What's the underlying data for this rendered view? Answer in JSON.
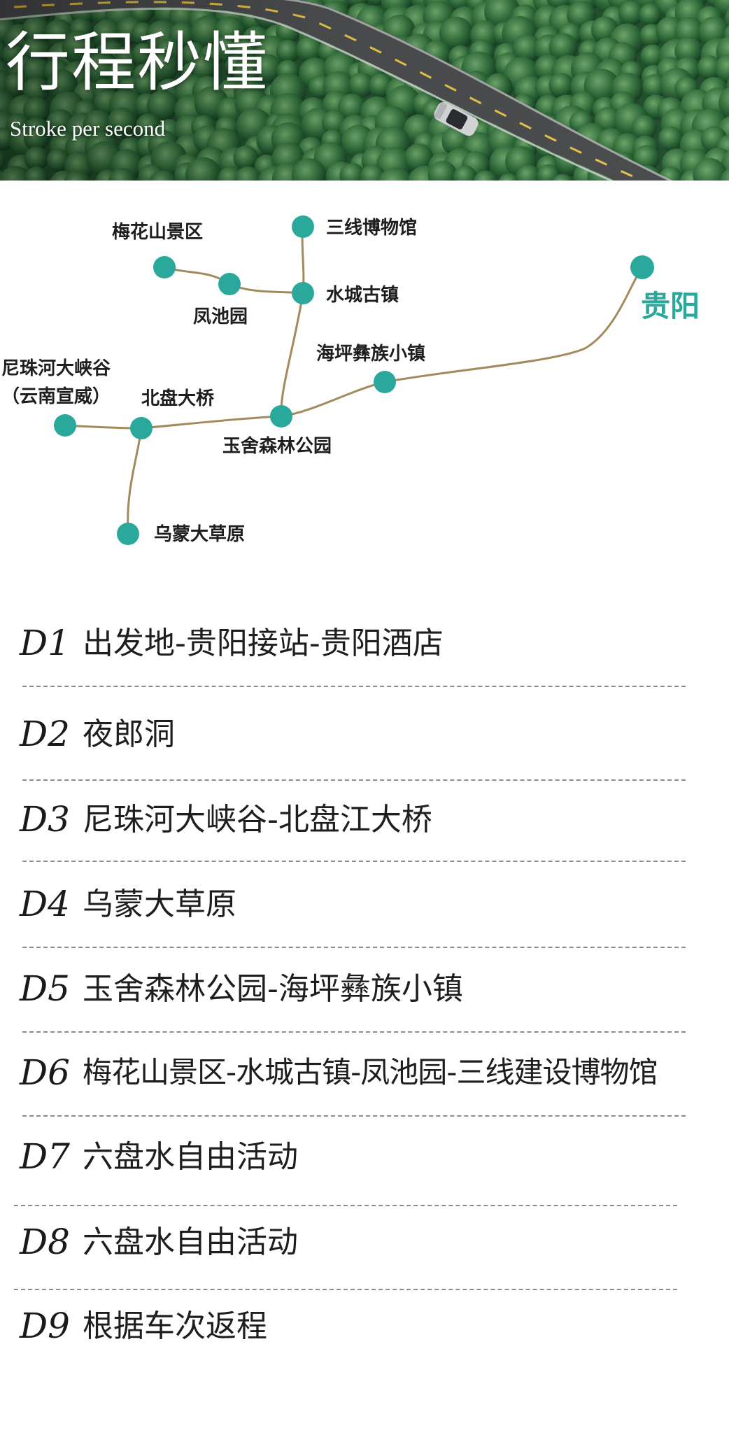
{
  "header": {
    "title": "行程秒懂",
    "subtitle": "Stroke per second"
  },
  "map": {
    "locations": {
      "meihuashan": "梅花山景区",
      "sanxian": "三线博物馆",
      "fengchiyuan": "凤池园",
      "shuicheng": "水城古镇",
      "guiyang": "贵阳",
      "haiping": "海坪彝族小镇",
      "nizhuhe_1": "尼珠河大峡谷",
      "nizhuhe_2": "（云南宣威）",
      "beipan": "北盘大桥",
      "yushe": "玉舍森林公园",
      "wumeng": "乌蒙大草原"
    },
    "colors": {
      "dot": "#2aa89c",
      "route": "#a28a5c",
      "destination": "#2aa89c"
    }
  },
  "itinerary": [
    {
      "day": "D1",
      "text": "出发地-贵阳接站-贵阳酒店"
    },
    {
      "day": "D2",
      "text": "夜郎洞"
    },
    {
      "day": "D3",
      "text": "尼珠河大峡谷-北盘江大桥"
    },
    {
      "day": "D4",
      "text": "乌蒙大草原"
    },
    {
      "day": "D5",
      "text": "玉舍森林公园-海坪彝族小镇"
    },
    {
      "day": "D6",
      "text": "梅花山景区-水城古镇-凤池园-三线建设博物馆"
    },
    {
      "day": "D7",
      "text": "六盘水自由活动"
    },
    {
      "day": "D8",
      "text": "六盘水自由活动"
    },
    {
      "day": "D9",
      "text": "根据车次返程"
    }
  ]
}
